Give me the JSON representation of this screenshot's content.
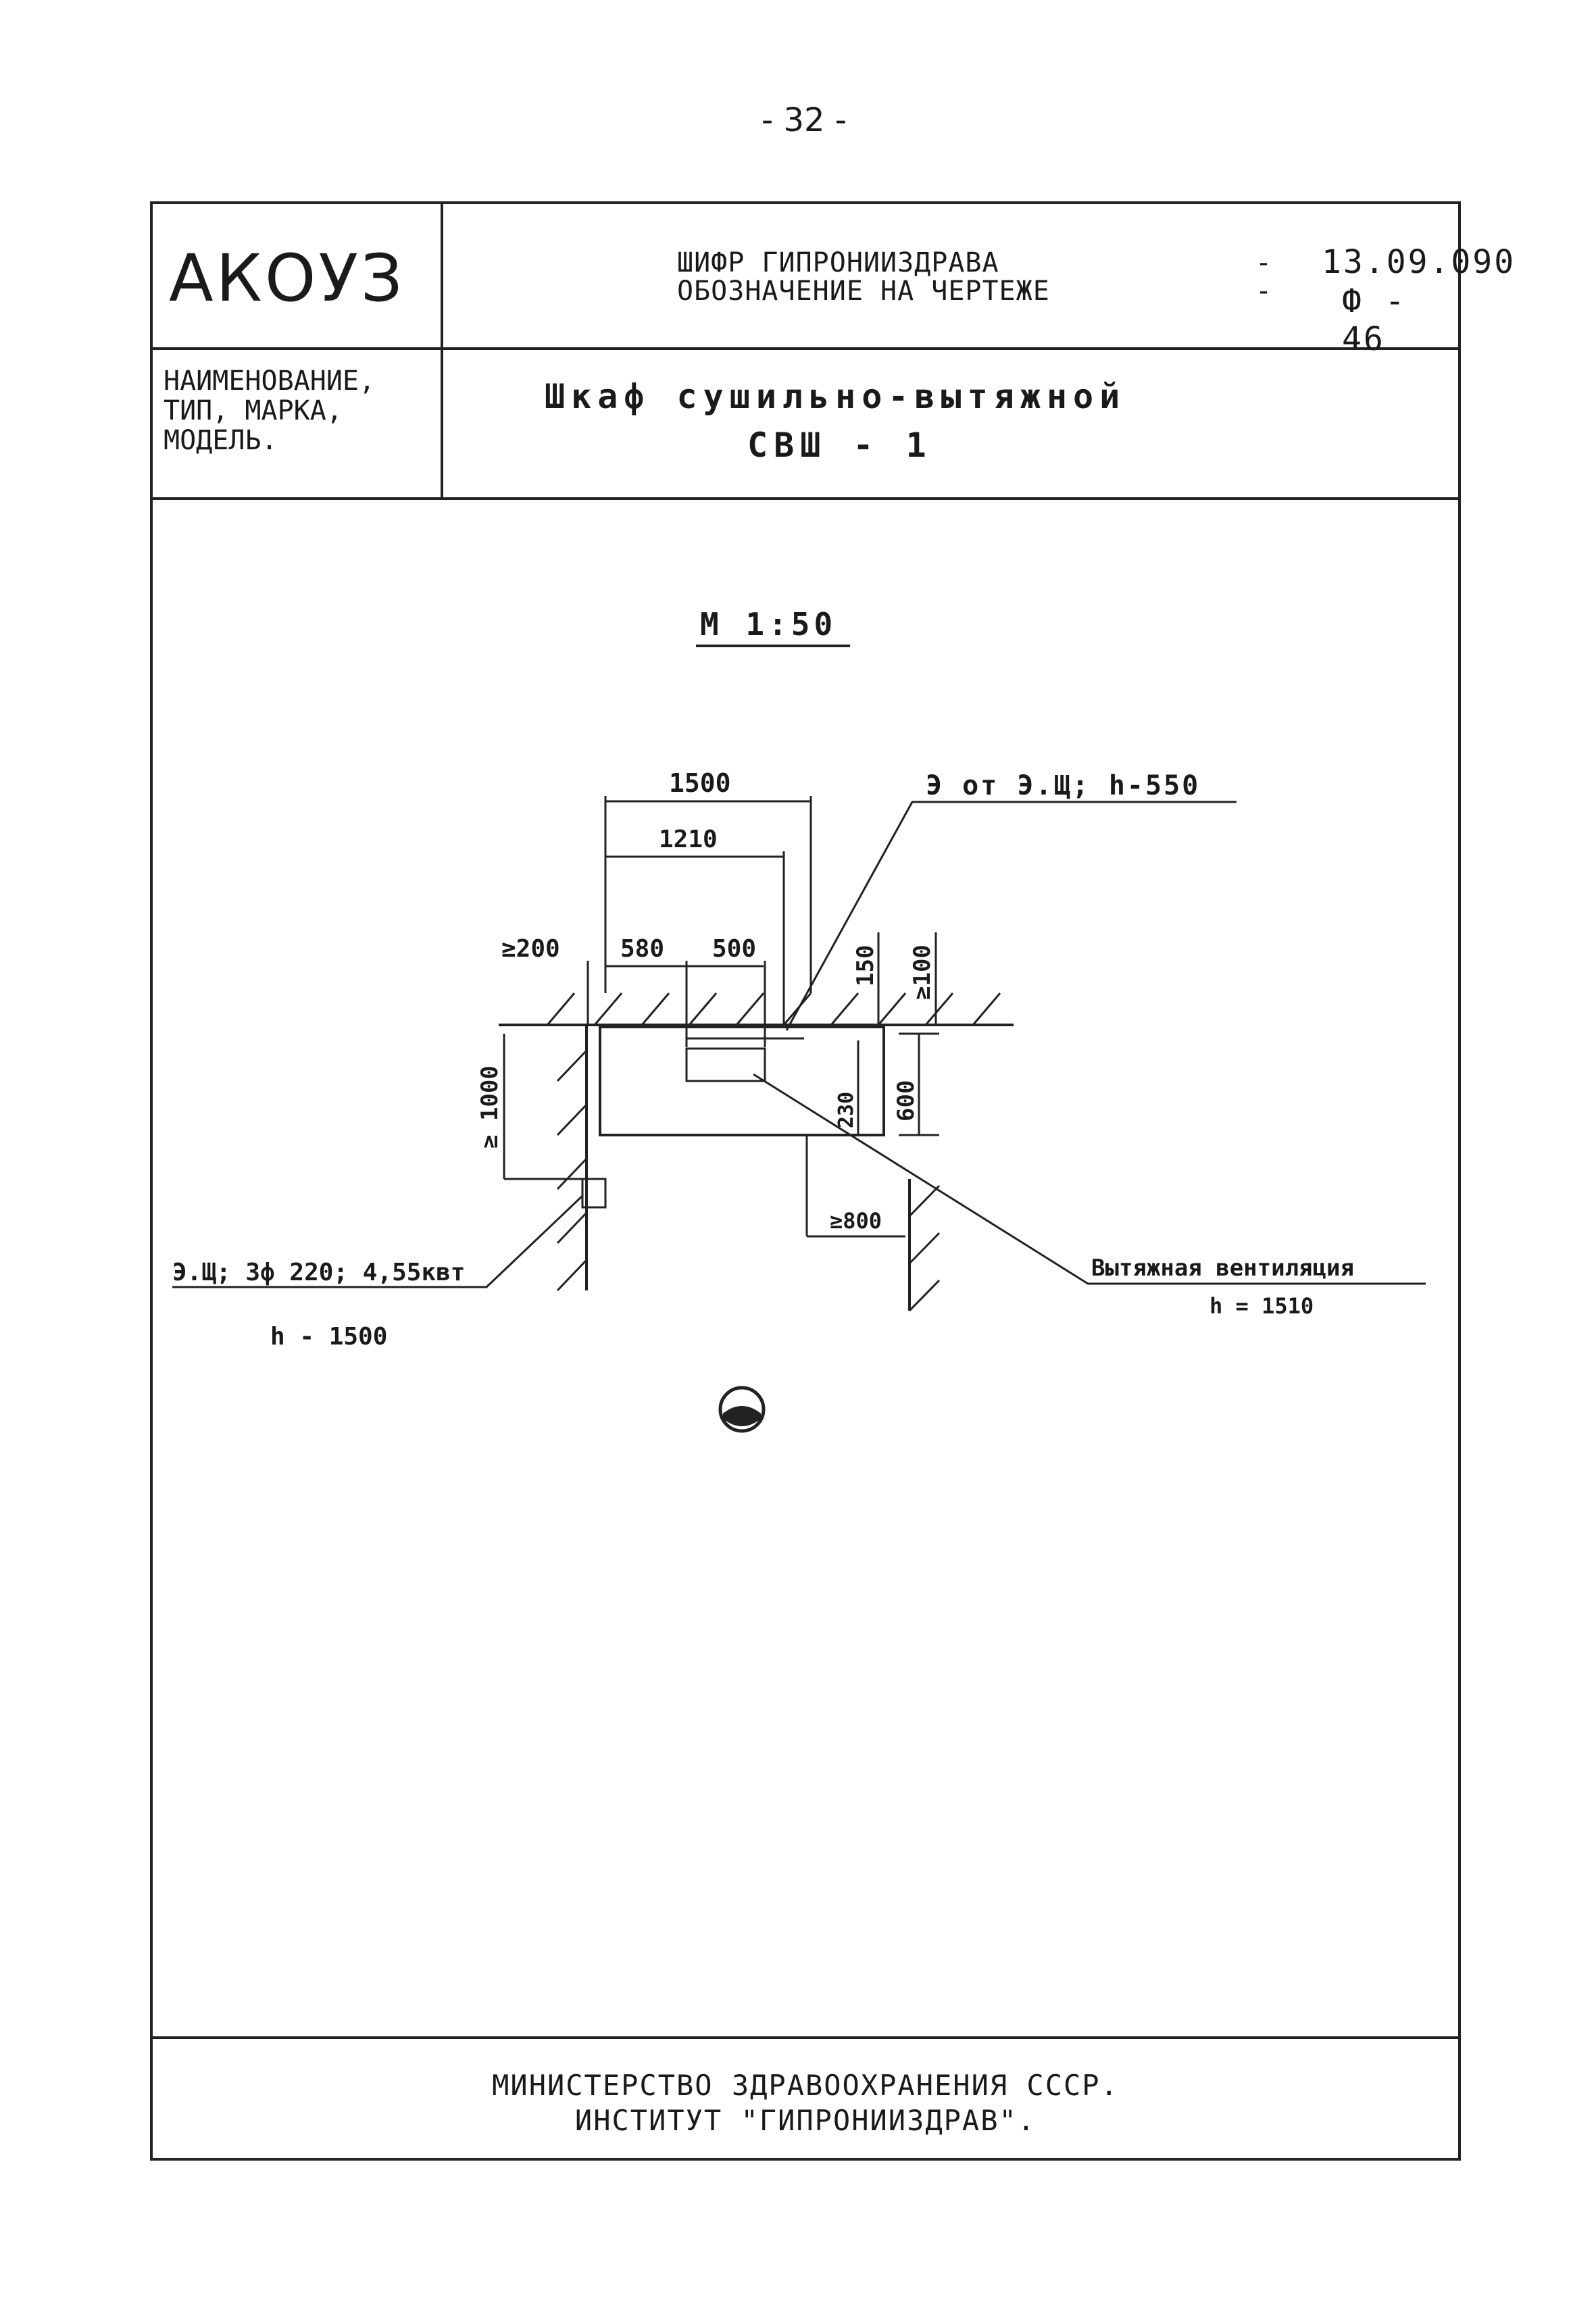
{
  "page_number": "- 32 -",
  "title_block": {
    "logo": "АКОУЗ",
    "code_label_1": "ШИФР ГИПРОНИИЗДРАВА",
    "code_label_2": "ОБОЗНАЧЕНИЕ НА ЧЕРТЕЖЕ",
    "dash_1": "-",
    "dash_2": "-",
    "code_value": "13.09.090",
    "designation_value": "Ф - 46",
    "name_label": "НАИМЕНОВАНИЕ,\nТИП, МАРКА,\nМОДЕЛЬ.",
    "name_value_1": "Шкаф   сушильно-вытяжной",
    "name_value_2": "СВШ - 1"
  },
  "drawing": {
    "scale": "М 1:50",
    "dim_1500": "1500",
    "dim_1210": "1210",
    "dim_200": "≥200",
    "dim_580": "580",
    "dim_500": "500",
    "dim_150": "150",
    "dim_100": "≥100",
    "dim_1000": "≥ 1000",
    "dim_230": "230",
    "dim_600": "600",
    "dim_800": "≥800",
    "socket_label": "Э от Э.Щ;  h-550",
    "panel_label": "Э.Щ; 3ф 220; 4,55квт",
    "panel_height": "h - 1500",
    "vent_label": "Вытяжная вентиляция",
    "vent_height": "h = 1510"
  },
  "footer": {
    "line_1": "МИНИСТЕРСТВО ЗДРАВООХРАНЕНИЯ СССР.",
    "line_2": "ИНСТИТУТ \"ГИПРОНИИЗДРАВ\"."
  }
}
